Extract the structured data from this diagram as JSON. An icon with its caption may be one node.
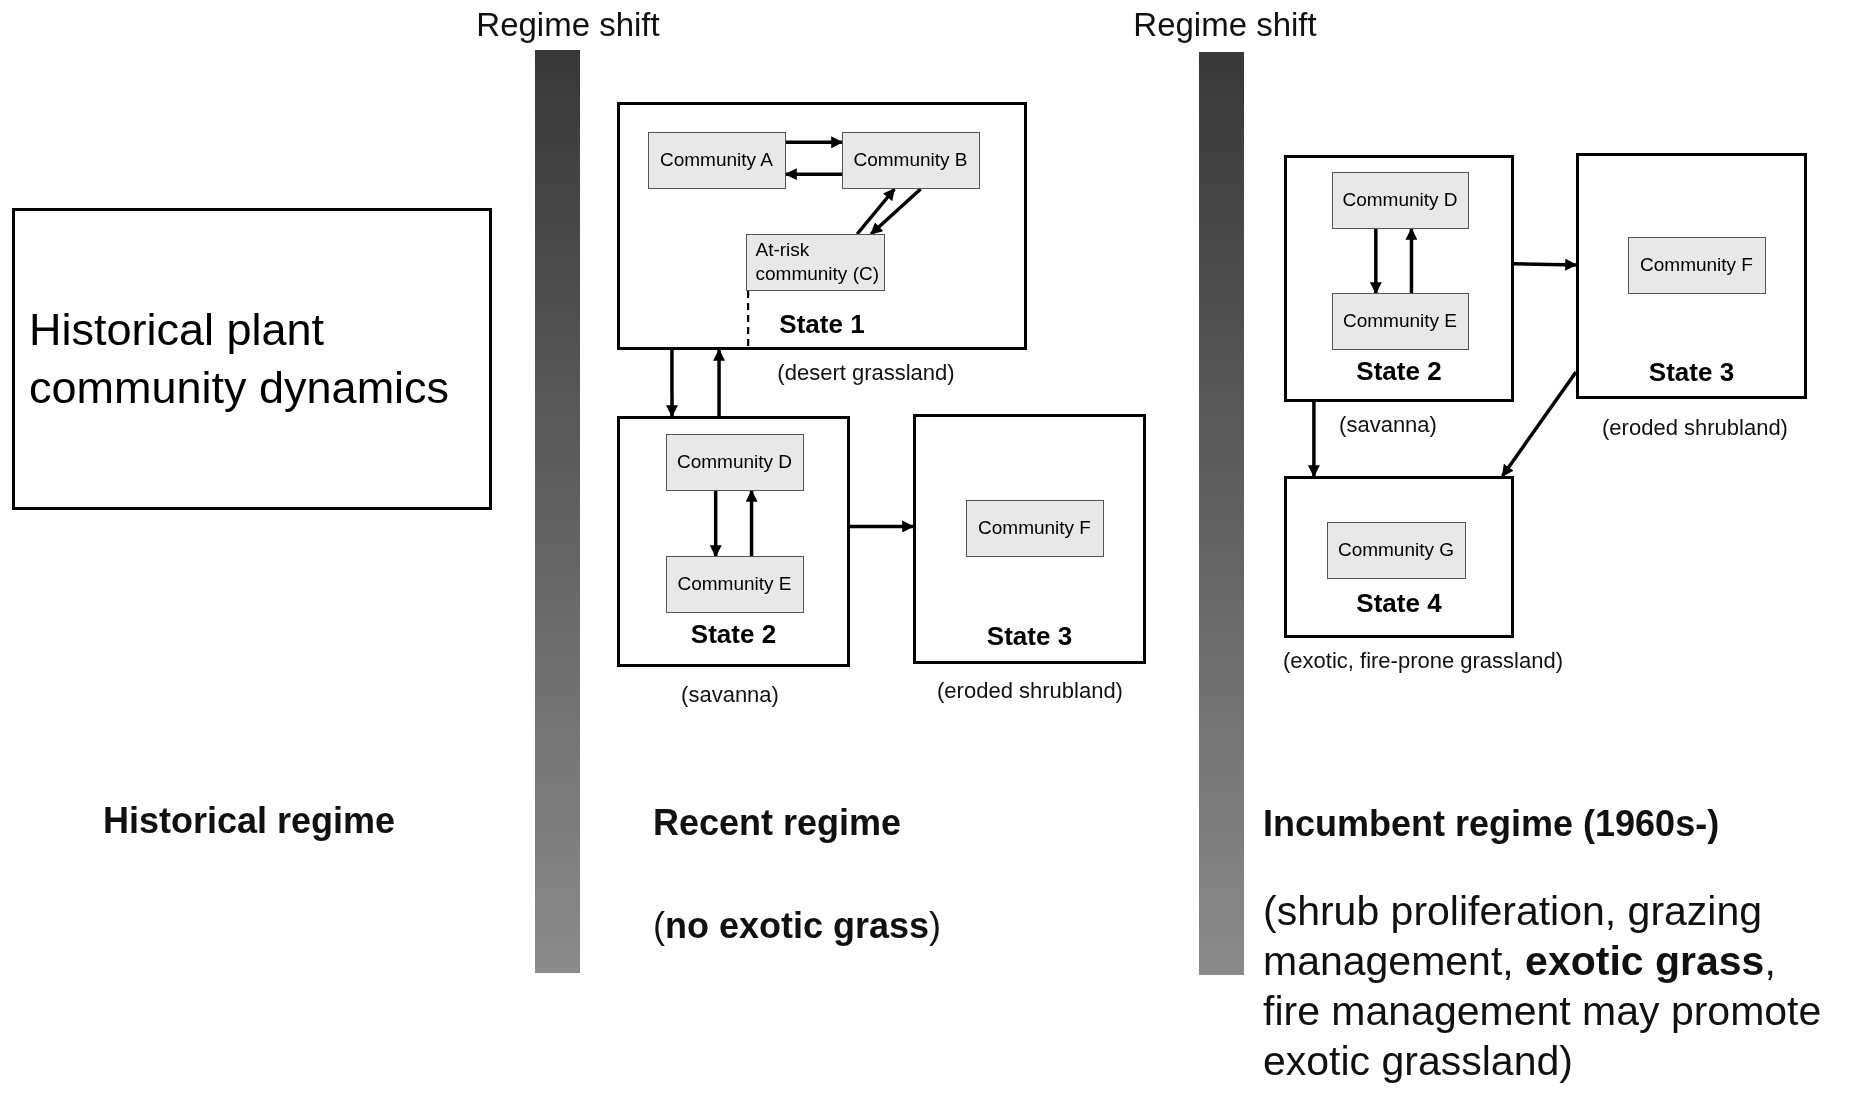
{
  "diagram": {
    "nodes": [
      {
        "text": [
          "Historical plant community dynamics"
        ]
      },
      {
        "text": [
          "State 1"
        ],
        "beside": [
          "(desert grassland)"
        ]
      },
      {
        "text": [
          "Community A"
        ],
        "in": 1
      },
      {
        "text": [
          "Community B"
        ],
        "in": 1
      },
      {
        "text": [
          "At-risk community (C)"
        ],
        "in": 1
      },
      {
        "text": [
          "State 2"
        ],
        "beside": [
          "(savanna)"
        ]
      },
      {
        "text": [
          "Community D"
        ],
        "in": 5
      },
      {
        "text": [
          "Community E"
        ],
        "in": 5
      },
      {
        "text": [
          "State 3"
        ],
        "beside": [
          "(eroded shrubland)"
        ]
      },
      {
        "text": [
          "Community F"
        ],
        "in": 8
      },
      {
        "text": [
          "State 2"
        ],
        "beside": [
          "(savanna)"
        ]
      },
      {
        "text": [
          "Community D"
        ],
        "in": 10
      },
      {
        "text": [
          "Community E"
        ],
        "in": 10
      },
      {
        "text": [
          "State 3"
        ],
        "beside": [
          "(eroded shrubland)"
        ]
      },
      {
        "text": [
          "Community F"
        ],
        "in": 13
      },
      {
        "text": [
          "State 4"
        ],
        "beside": [
          "(exotic, fire-prone grassland)"
        ]
      },
      {
        "text": [
          "Community G"
        ],
        "in": 15
      },
      {
        "text": [],
        "shape": "bar"
      },
      {
        "text": [],
        "shape": "bar"
      }
    ],
    "edges": [
      {
        "from": 2,
        "to": 3,
        "arrow": "to"
      },
      {
        "from": 3,
        "to": 2,
        "arrow": "to"
      },
      {
        "from": 3,
        "to": 4,
        "arrow": "to"
      },
      {
        "from": 4,
        "to": 3,
        "arrow": "to"
      },
      {
        "from": 4,
        "to": 1,
        "arrow": "none",
        "style": "dashed"
      },
      {
        "from": 1,
        "to": 5,
        "arrow": "to"
      },
      {
        "from": 5,
        "to": 1,
        "arrow": "to"
      },
      {
        "from": 6,
        "to": 7,
        "arrow": "to"
      },
      {
        "from": 7,
        "to": 6,
        "arrow": "to"
      },
      {
        "from": 5,
        "to": 8,
        "arrow": "to"
      },
      {
        "from": 11,
        "to": 12,
        "arrow": "to"
      },
      {
        "from": 12,
        "to": 11,
        "arrow": "to"
      },
      {
        "from": 10,
        "to": 13,
        "arrow": "to"
      },
      {
        "from": 10,
        "to": 15,
        "arrow": "to"
      },
      {
        "from": 13,
        "to": 15,
        "arrow": "to"
      }
    ],
    "labels": [
      "Regime shift",
      "Regime shift",
      "Historical regime",
      "Recent regime",
      "(**no exotic grass**)",
      "Incumbent regime (1960s-)",
      "(shrub proliferation, grazing management, **exotic grass**, fire management may promote exotic grassland)"
    ]
  }
}
